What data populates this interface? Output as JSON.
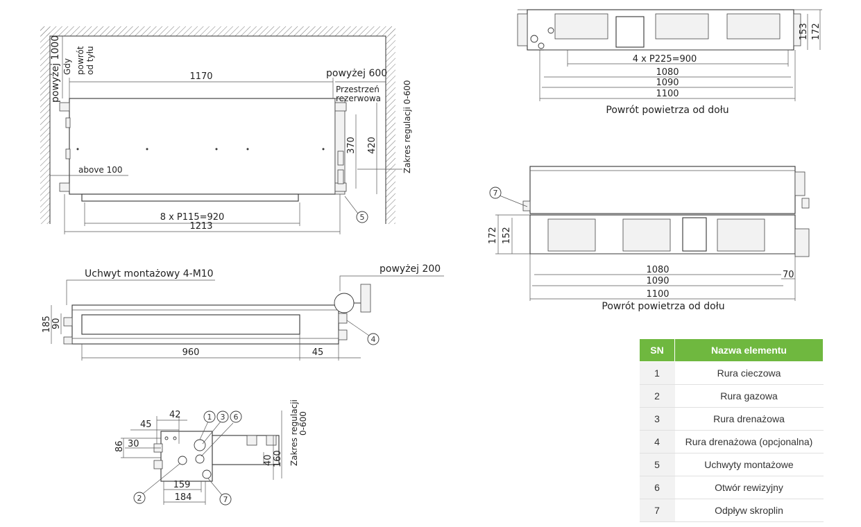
{
  "top_left_view": {
    "label_above_1000": "powyżej 1000",
    "label_gdy": "Gdy",
    "label_powrot": "powrót",
    "label_od_tylu": "od tyłu",
    "dim_1170": "1170",
    "label_above_600": "powyżej 600",
    "label_przestrzen": "Przestrzeń",
    "label_rezerwowa": "rezerwowa",
    "label_zakres": "Zakres regulacji 0-600",
    "dim_370": "370",
    "dim_420": "420",
    "label_above_100": "above 100",
    "dim_pitch": "8 x P115=920",
    "dim_1213": "1213",
    "callout_5": "5"
  },
  "side_view": {
    "label_uchwyt": "Uchwyt montażowy 4-M10",
    "label_above_200": "powyżej 200",
    "dim_185": "185",
    "dim_90": "90",
    "dim_960": "960",
    "dim_45": "45",
    "callout_4": "4"
  },
  "end_view": {
    "dim_45": "45",
    "dim_42": "42",
    "callout_1": "1",
    "callout_3": "3",
    "callout_6": "6",
    "label_zakres_1": "Zakres regulacji",
    "label_zakres_2": "0-600",
    "dim_86": "86",
    "dim_30": "30",
    "dim_40": "40",
    "dim_160": "160",
    "dim_159": "159",
    "dim_184": "184",
    "callout_2": "2",
    "callout_7": "7"
  },
  "top_right_view": {
    "dim_153": "153",
    "dim_172": "172",
    "dim_pitch": "4 x P225=900",
    "dim_1080": "1080",
    "dim_1090": "1090",
    "dim_1100": "1100",
    "caption": "Powrót powietrza od dołu"
  },
  "middle_right_view": {
    "callout_7": "7",
    "dim_172": "172",
    "dim_152": "152",
    "dim_1080": "1080",
    "dim_1090": "1090",
    "dim_1100": "1100",
    "dim_70": "70",
    "caption": "Powrót powietrza od dołu"
  },
  "parts_table": {
    "header_sn": "SN",
    "header_name": "Nazwa elementu",
    "header_color": "#6fb83f",
    "rows": [
      {
        "sn": "1",
        "name": "Rura cieczowa"
      },
      {
        "sn": "2",
        "name": "Rura gazowa"
      },
      {
        "sn": "3",
        "name": "Rura drenażowa"
      },
      {
        "sn": "4",
        "name": "Rura drenażowa (opcjonalna)"
      },
      {
        "sn": "5",
        "name": "Uchwyty montażowe"
      },
      {
        "sn": "6",
        "name": "Otwór rewizyjny"
      },
      {
        "sn": "7",
        "name": "Odpływ skroplin"
      }
    ]
  }
}
